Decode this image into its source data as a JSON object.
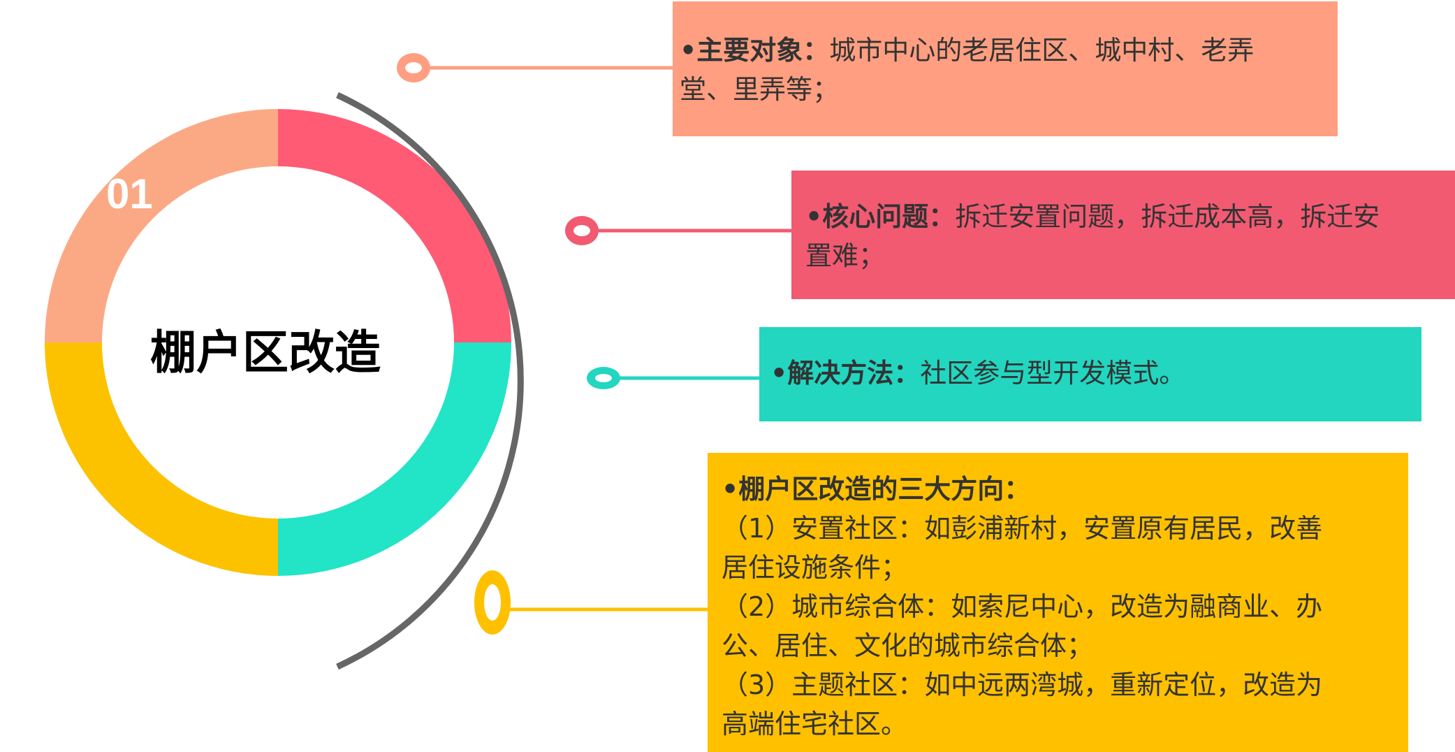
{
  "center": {
    "number": "01",
    "title": "棚户区改造"
  },
  "colors": {
    "salmon": "#ff9e80",
    "pink": "#f25a72",
    "teal": "#22d6c0",
    "yellow": "#ffc000",
    "ring_segment_salmon": "#fba985",
    "ring_segment_pink": "#ff5b75",
    "ring_segment_teal": "#22e4c7",
    "ring_segment_yellow": "#fcc200",
    "arc": "#666666"
  },
  "items": [
    {
      "label": "•主要对象：",
      "text": "城市中心的老居住区、城中村、老弄堂、里弄等；",
      "line1_rest": "城市中心的老居住区、城中村、老弄",
      "line2": "堂、里弄等；",
      "color": "#ff9e80"
    },
    {
      "label": "•核心问题：",
      "line1_rest": "拆迁安置问题，拆迁成本高，拆迁安",
      "line2": "置难；",
      "color": "#f25a72"
    },
    {
      "label": "•解决方法：",
      "line1_rest": "社区参与型开发模式。",
      "color": "#22d6c0"
    },
    {
      "label": "•棚户区改造的三大方向：",
      "lines": [
        "（1）安置社区：如彭浦新村，安置原有居民，改善",
        "居住设施条件；",
        "（2）城市综合体：如索尼中心，改造为融商业、办",
        "公、居住、文化的城市综合体；",
        "（3）主题社区：如中远两湾城，重新定位，改造为",
        "高端住宅社区。"
      ],
      "color": "#ffc000"
    }
  ]
}
